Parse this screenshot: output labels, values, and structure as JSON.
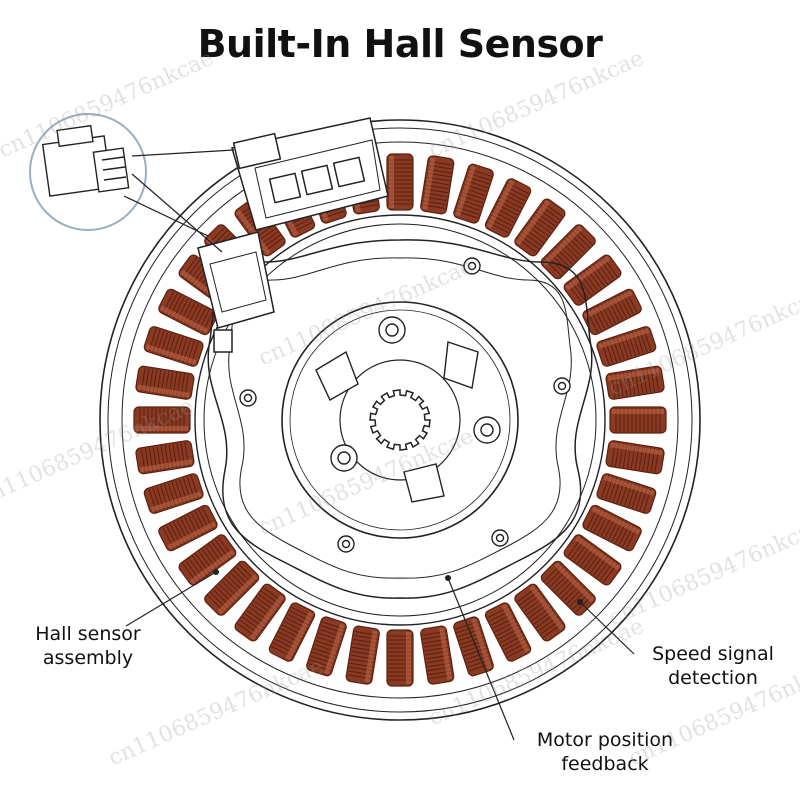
{
  "title": "Built-In Hall Sensor",
  "labels": {
    "hall_sensor": [
      "Hall sensor",
      "assembly"
    ],
    "speed_signal": [
      "Speed signal",
      "detection"
    ],
    "motor_position": [
      "Motor position",
      "feedback"
    ]
  },
  "watermark": "cn1106859476nkcae",
  "colors": {
    "coil": "#8a3a22",
    "coil_dark": "#5a2010",
    "coil_light": "#c0684a",
    "line": "#222222",
    "inset_ring": "#9aaec4"
  }
}
